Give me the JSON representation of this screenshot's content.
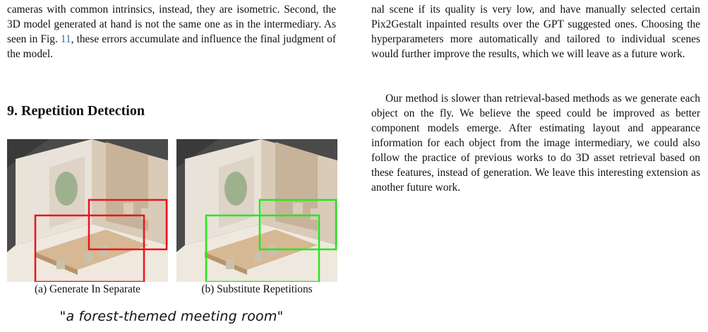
{
  "left_column": {
    "paragraph_before": "cameras with common intrinsics, instead, they are isometric. Second, the 3D model generated at hand is not the same one as in the intermediary. As seen in Fig. ",
    "fig_ref": "11",
    "paragraph_after": ", these errors accumulate and influence the final judgment of the model.",
    "section_heading": "9. Repetition Detection"
  },
  "figure": {
    "panel_a_caption": "(a) Generate In Separate",
    "panel_b_caption": "(b) Substitute Repetitions",
    "prompt_text": "\"a forest-themed meeting room\"",
    "box_color_a": "#e8141c",
    "box_color_b": "#22e81e"
  },
  "right_column": {
    "paragraph_1": "nal scene if its quality is very low, and have manually selected certain Pix2Gestalt inpainted results over the GPT suggested ones. Choosing the hyperparameters more automatically and tailored to individual scenes would further improve the results, which we will leave as a future work.",
    "paragraph_2": "Our method is slower than retrieval-based methods as we generate each object on the fly. We believe the speed could be improved as better component models emerge. After estimating layout and appearance information for each object from the image intermediary, we could also follow the practice of previous works to do 3D asset retrieval based on these features, instead of generation. We leave this interesting extension as another future work."
  }
}
